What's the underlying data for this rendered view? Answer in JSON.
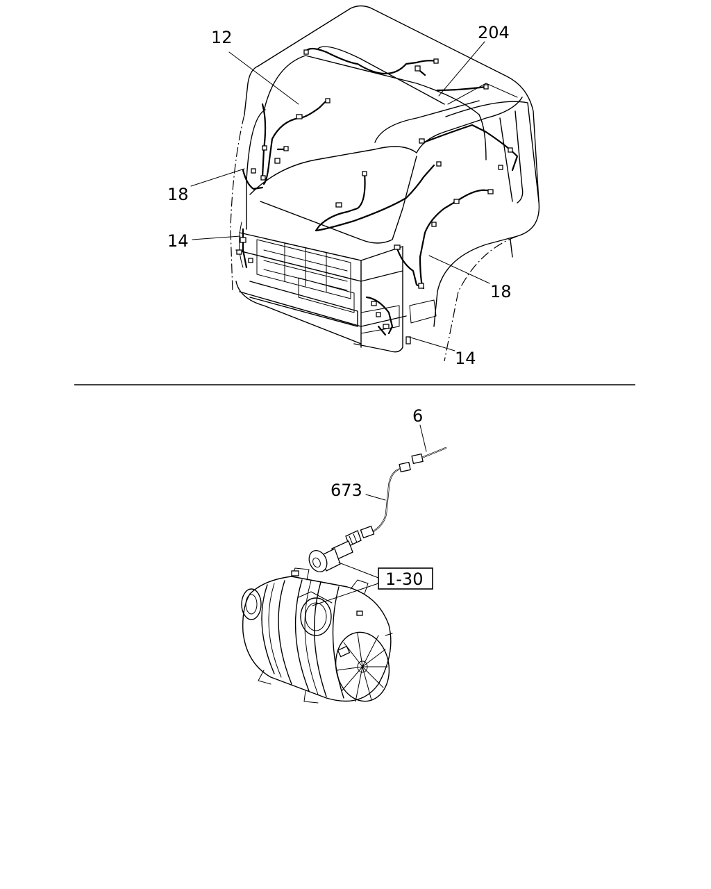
{
  "figure": {
    "upper_callouts": {
      "harness_12": "12",
      "harness_204": "204",
      "harness_18_left": "18",
      "harness_18_right": "18",
      "harness_14_left": "14",
      "harness_14_right": "14"
    },
    "lower_callouts": {
      "harness_6": "6",
      "harness_673": "673",
      "ref_box": "1-30"
    }
  }
}
